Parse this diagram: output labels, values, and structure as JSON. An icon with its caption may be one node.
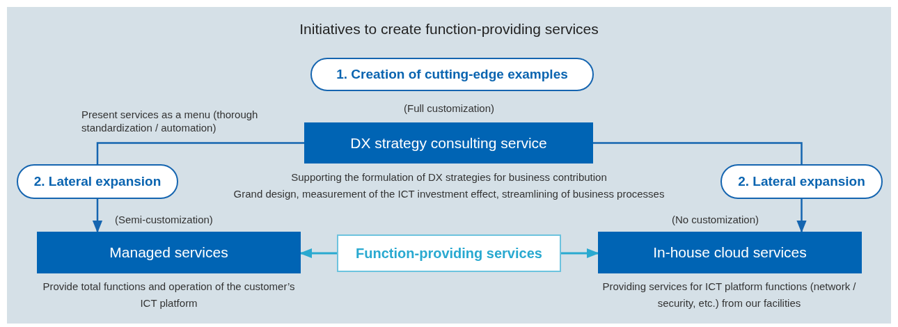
{
  "diagram": {
    "title": "Initiatives to create function-providing services",
    "nodes": [
      {
        "text": [
          "1. Creation of cutting-edge examples"
        ]
      },
      {
        "text": [
          "DX strategy consulting service"
        ],
        "beside": [
          "(Full customization)",
          "Supporting the formulation of DX strategies for business contribution",
          "Grand design, measurement of the ICT investment effect, streamlining of business processes"
        ]
      },
      {
        "text": [
          "2. Lateral expansion"
        ]
      },
      {
        "text": [
          "2. Lateral expansion"
        ]
      },
      {
        "text": [
          "Managed services"
        ],
        "beside": [
          "(Semi-customization)",
          "Provide total functions and operation of the customer’s ICT platform"
        ]
      },
      {
        "text": [
          "Function-providing services"
        ]
      },
      {
        "text": [
          "In-house cloud services"
        ],
        "beside": [
          "(No customization)",
          "Providing services for ICT platform functions (network / security, etc.) from our facilities"
        ]
      }
    ],
    "edges": [
      {
        "from": 1,
        "to": 2,
        "arrow": "none",
        "label": "Present services as a menu (thorough standardization / automation)"
      },
      {
        "from": 2,
        "to": 4,
        "arrow": "to"
      },
      {
        "from": 1,
        "to": 3,
        "arrow": "none"
      },
      {
        "from": 3,
        "to": 6,
        "arrow": "to"
      },
      {
        "from": 5,
        "to": 4,
        "arrow": "to",
        "color": "#29a9d0"
      },
      {
        "from": 5,
        "to": 6,
        "arrow": "to",
        "color": "#29a9d0"
      }
    ]
  }
}
